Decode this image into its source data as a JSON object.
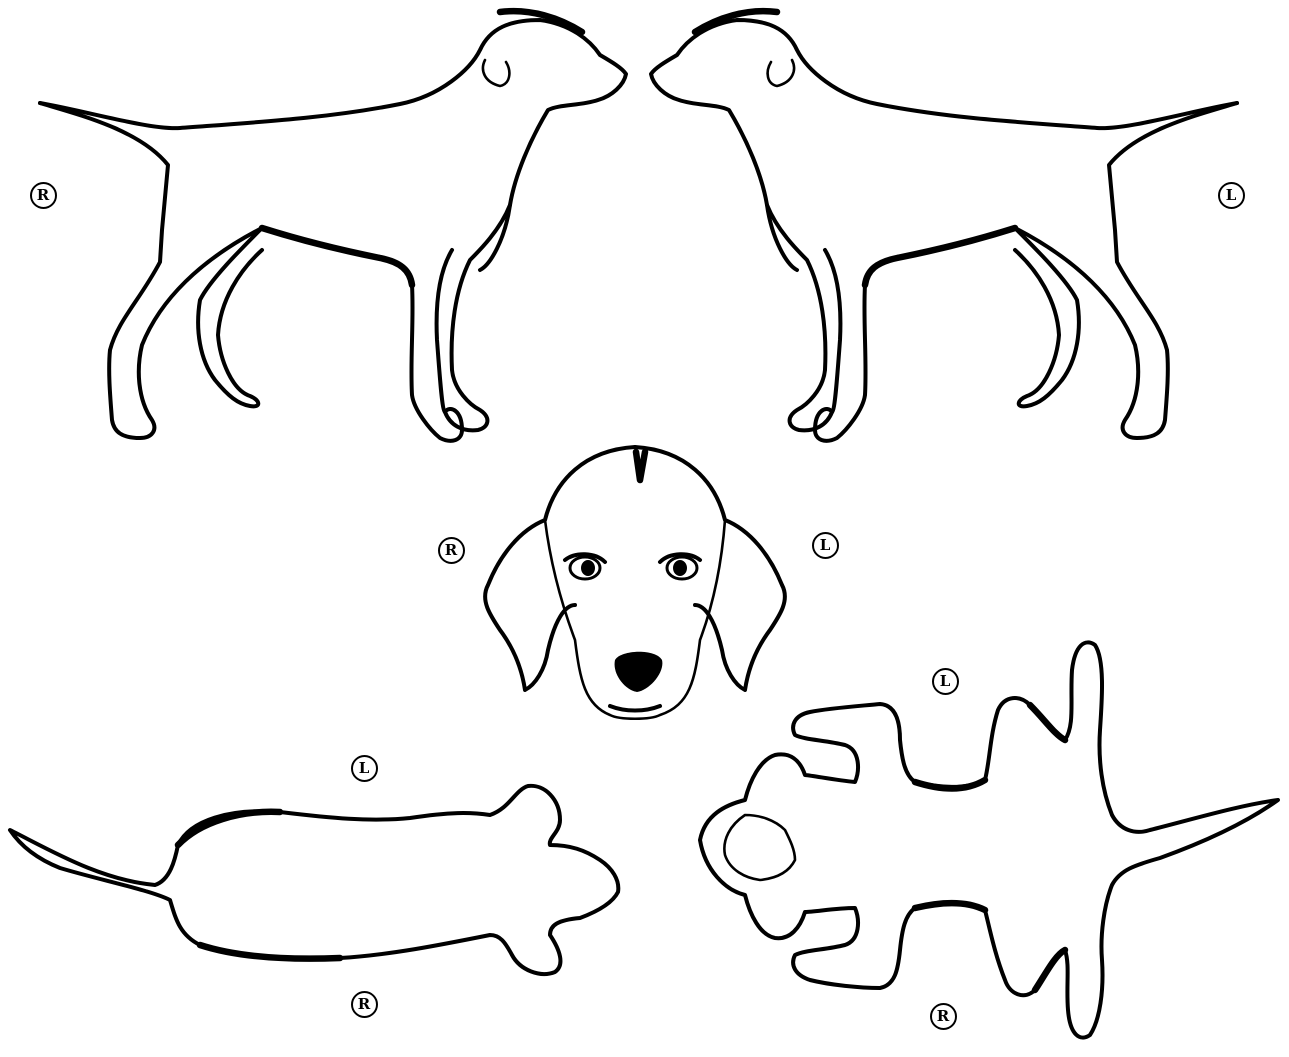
{
  "views": [
    {
      "id": "side-right",
      "markers": [
        "R"
      ]
    },
    {
      "id": "side-left",
      "markers": [
        "L"
      ]
    },
    {
      "id": "front-head",
      "markers": [
        "R",
        "L"
      ]
    },
    {
      "id": "dorsal",
      "markers": [
        "L",
        "R"
      ]
    },
    {
      "id": "ventral",
      "markers": [
        "L",
        "R"
      ]
    }
  ],
  "markers": {
    "side_right_r": "R",
    "side_left_l": "L",
    "head_r": "R",
    "head_l": "L",
    "dorsal_l": "L",
    "dorsal_r": "R",
    "ventral_l": "L",
    "ventral_r": "R"
  },
  "colors": {
    "line": "#000000",
    "background": "#ffffff"
  }
}
